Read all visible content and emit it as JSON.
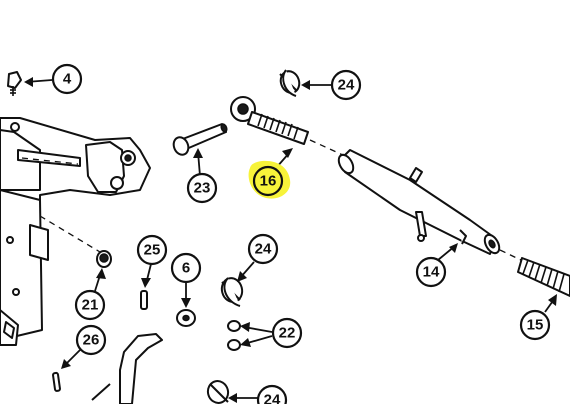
{
  "highlight_color": "#f7f33a",
  "callouts": [
    {
      "id": "c4",
      "label": "4"
    },
    {
      "id": "c24a",
      "label": "24"
    },
    {
      "id": "c23",
      "label": "23"
    },
    {
      "id": "c16",
      "label": "16",
      "highlighted": true
    },
    {
      "id": "c14",
      "label": "14"
    },
    {
      "id": "c15",
      "label": "15"
    },
    {
      "id": "c25",
      "label": "25"
    },
    {
      "id": "c6",
      "label": "6"
    },
    {
      "id": "c24b",
      "label": "24"
    },
    {
      "id": "c21",
      "label": "21"
    },
    {
      "id": "c26",
      "label": "26"
    },
    {
      "id": "c22",
      "label": "22"
    },
    {
      "id": "c24c",
      "label": "24"
    }
  ]
}
